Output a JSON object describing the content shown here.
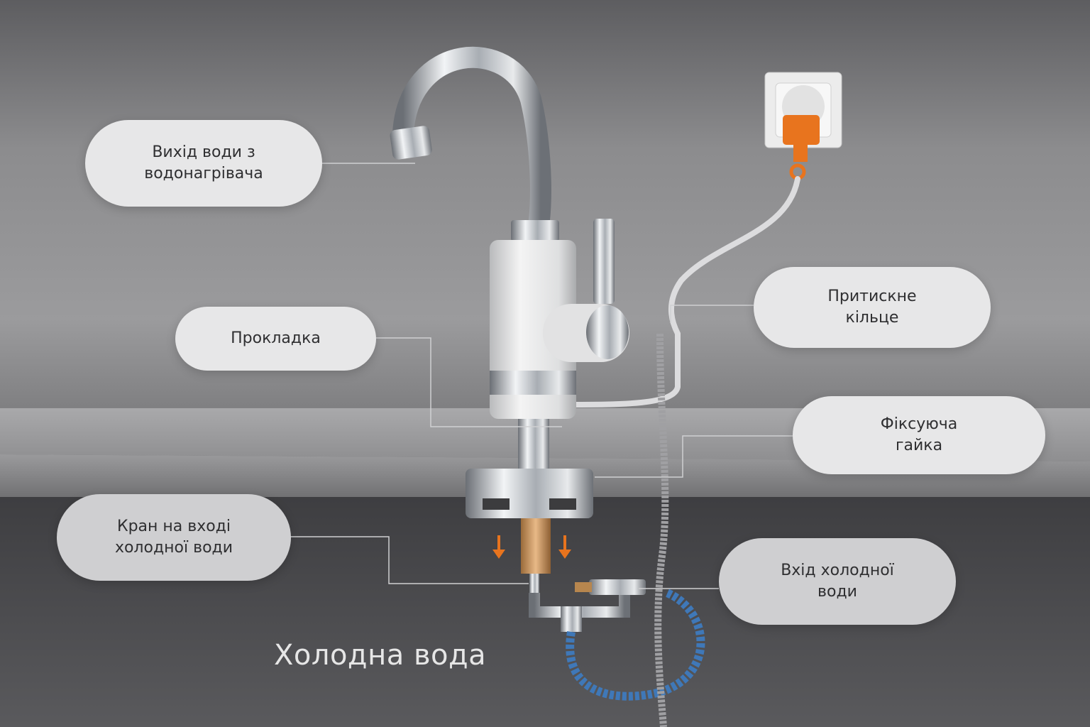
{
  "labels": {
    "water_outlet": "Вихід води з водонагрівача",
    "gasket": "Прокладка",
    "clamp_ring": "Притискне кільце",
    "fixing_nut": "Фіксуюча гайка",
    "inlet_valve": "Кран на вході холодної води",
    "cold_inlet": "Вхід холодної води"
  },
  "caption": "Холодна вода",
  "colors": {
    "accent": "#e8741e",
    "label_light": "#e7e7e8",
    "label_mid": "#cfcfd1",
    "wall": "#8a8a8c",
    "counter": "#a4a4a6",
    "hose_blue": "#3f78b8"
  },
  "icons": [
    "arrow-down-icon",
    "arrow-down-icon"
  ]
}
